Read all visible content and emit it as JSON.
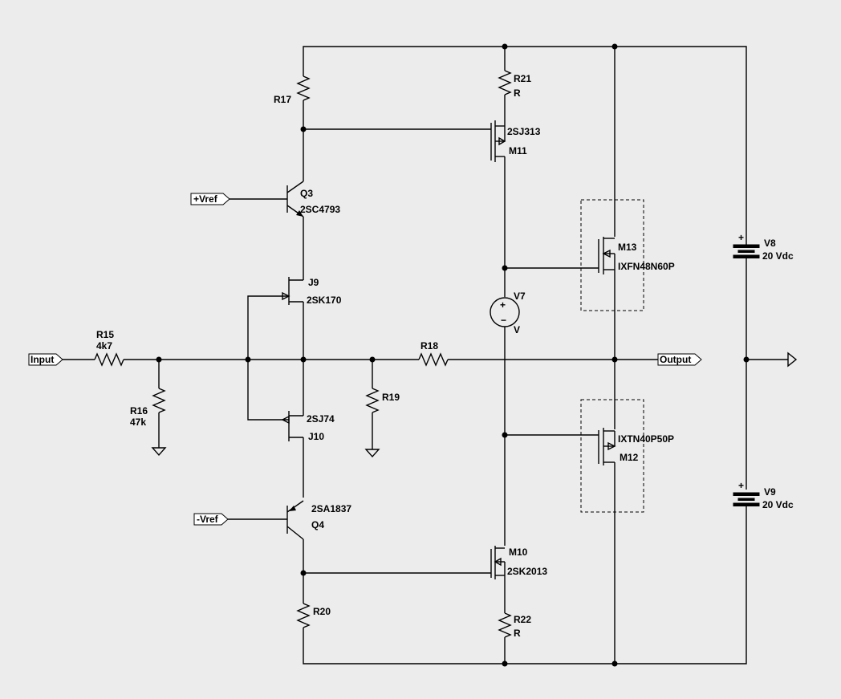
{
  "components": {
    "R15": {
      "ref": "R15",
      "value": "4k7"
    },
    "R16": {
      "ref": "R16",
      "value": "47k"
    },
    "R17": {
      "ref": "R17"
    },
    "R18": {
      "ref": "R18"
    },
    "R19": {
      "ref": "R19"
    },
    "R20": {
      "ref": "R20"
    },
    "R21": {
      "ref": "R21",
      "value": "R"
    },
    "R22": {
      "ref": "R22",
      "value": "R"
    },
    "Q3": {
      "ref": "Q3",
      "value": "2SC4793"
    },
    "Q4": {
      "ref": "Q4",
      "value": "2SA1837"
    },
    "J9": {
      "ref": "J9",
      "value": "2SK170"
    },
    "J10": {
      "ref": "J10",
      "value": "2SJ74"
    },
    "M10": {
      "ref": "M10",
      "value": "2SK2013"
    },
    "M11": {
      "ref": "M11",
      "value": "2SJ313"
    },
    "M12": {
      "ref": "M12",
      "value": "IXTN40P50P"
    },
    "M13": {
      "ref": "M13",
      "value": "IXFN48N60P"
    },
    "V7": {
      "ref": "V7",
      "value": "V"
    },
    "V8": {
      "ref": "V8",
      "value": "20 Vdc"
    },
    "V9": {
      "ref": "V9",
      "value": "20 Vdc"
    }
  },
  "net_labels": {
    "input": "Input",
    "output": "Output",
    "vref_pos": "+Vref",
    "vref_neg": "-Vref"
  },
  "symbols": {
    "plus": "+",
    "minus": "−"
  }
}
